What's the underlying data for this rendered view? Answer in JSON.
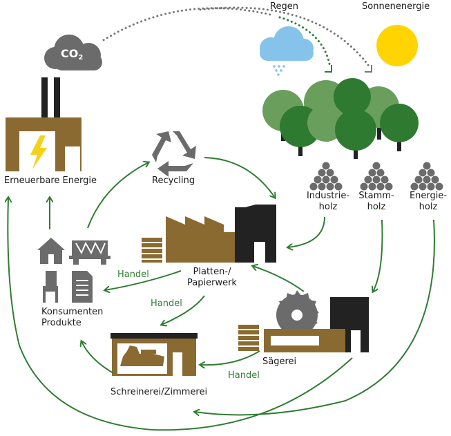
{
  "labels": {
    "rain": "Regen",
    "sun": "Sonnenenergie",
    "co2_main": "CO",
    "co2_sub": "2",
    "renewable_energy": "Erneuerbare Energie",
    "recycling": "Recycling",
    "industrial_wood_line1": "Industrie-",
    "industrial_wood_line2": "holz",
    "log_wood_line1": "Stamm-",
    "log_wood_line2": "holz",
    "energy_wood_line1": "Energie-",
    "energy_wood_line2": "holz",
    "panel_mill_line1": "Platten-/",
    "panel_mill_line2": "Papierwerk",
    "sawmill": "Sägerei",
    "joinery": "Schreinerei/Zimmerei",
    "consumer_line1": "Konsumenten",
    "consumer_line2": "Produkte",
    "trade_1": "Handel",
    "trade_2": "Handel",
    "trade_3": "Handel"
  },
  "colors": {
    "brown": "#8b6a32",
    "dark": "#222222",
    "gray": "#6b6b6b",
    "arrow_green": "#2f7d32",
    "tree_light": "#6a9e5c",
    "tree_dark": "#2e7a30",
    "cloud_blue": "#86c3ea",
    "sun_yellow": "#ffd400",
    "bolt_yellow": "#f3d21a"
  },
  "icons": [
    "co2-cloud-icon",
    "factory-power-icon",
    "rain-cloud-icon",
    "sun-icon",
    "trees-icon",
    "log-pile-icon",
    "recycling-icon",
    "factory-icon",
    "sawmill-icon",
    "joinery-icon",
    "house-icon",
    "bridge-icon",
    "chair-icon",
    "document-icon",
    "board-stack-icon"
  ]
}
